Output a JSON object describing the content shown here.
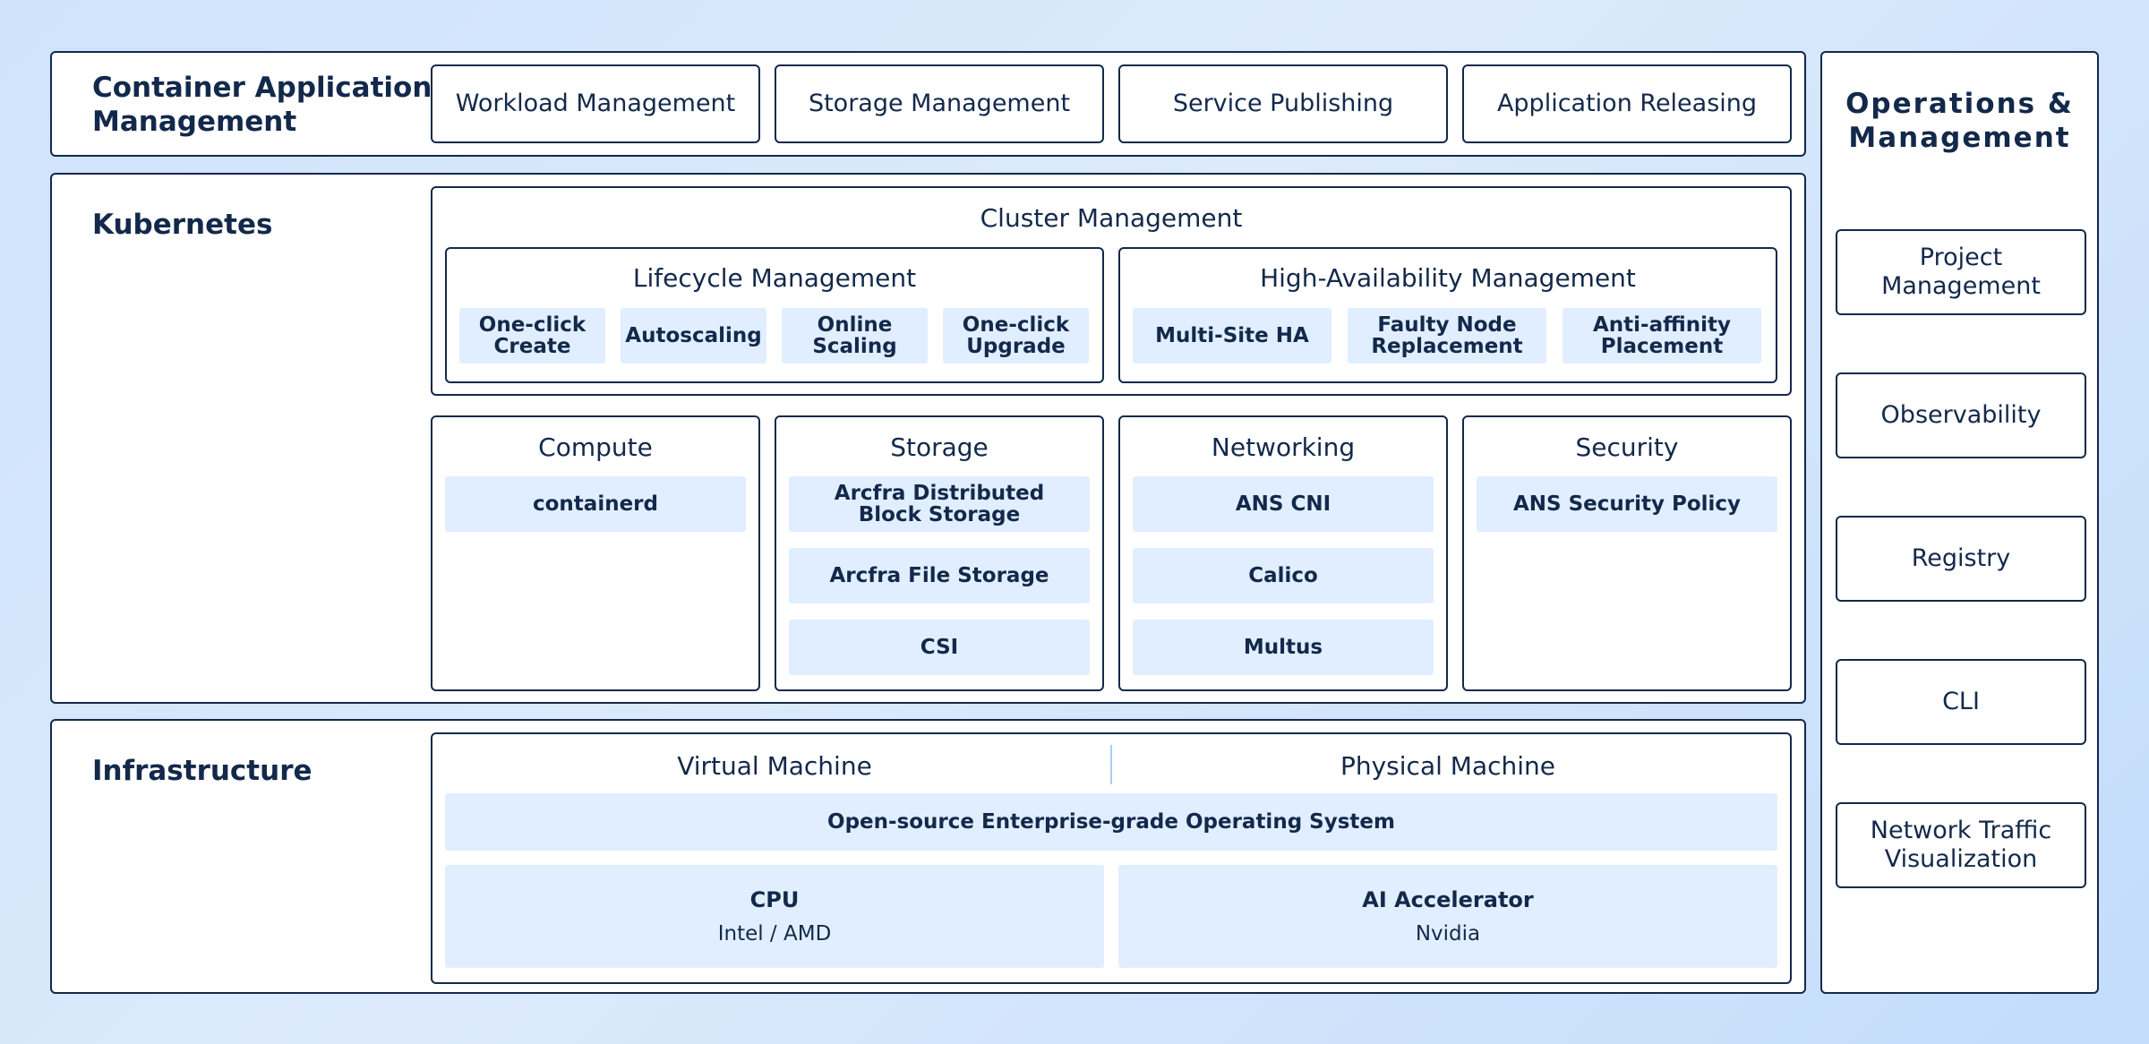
{
  "app_layer": {
    "title": "Container Application Management",
    "items": [
      "Workload Management",
      "Storage Management",
      "Service Publishing",
      "Application Releasing"
    ]
  },
  "kubernetes": {
    "title": "Kubernetes",
    "cluster": {
      "title": "Cluster Management",
      "lifecycle": {
        "title": "Lifecycle Management",
        "items": [
          "One-click Create",
          "Autoscaling",
          "Online Scaling",
          "One-click Upgrade"
        ]
      },
      "ha": {
        "title": "High-Availability Management",
        "items": [
          "Multi-Site HA",
          "Faulty Node Replacement",
          "Anti-affinity Placement"
        ]
      }
    },
    "compute": {
      "title": "Compute",
      "items": [
        "containerd"
      ]
    },
    "storage": {
      "title": "Storage",
      "items": [
        "Arcfra Distributed Block Storage",
        "Arcfra File Storage",
        "CSI"
      ]
    },
    "networking": {
      "title": "Networking",
      "items": [
        "ANS CNI",
        "Calico",
        "Multus"
      ]
    },
    "security": {
      "title": "Security",
      "items": [
        "ANS Security Policy"
      ]
    }
  },
  "infrastructure": {
    "title": "Infrastructure",
    "vm": "Virtual Machine",
    "pm": "Physical Machine",
    "os": "Open-source Enterprise-grade Operating System",
    "cpu": {
      "title": "CPU",
      "sub": "Intel / AMD"
    },
    "ai": {
      "title": "AI Accelerator",
      "sub": "Nvidia"
    }
  },
  "operations": {
    "title": "Operations & Management",
    "items": [
      "Project Management",
      "Observability",
      "Registry",
      "CLI",
      "Network Traffic Visualization"
    ]
  }
}
